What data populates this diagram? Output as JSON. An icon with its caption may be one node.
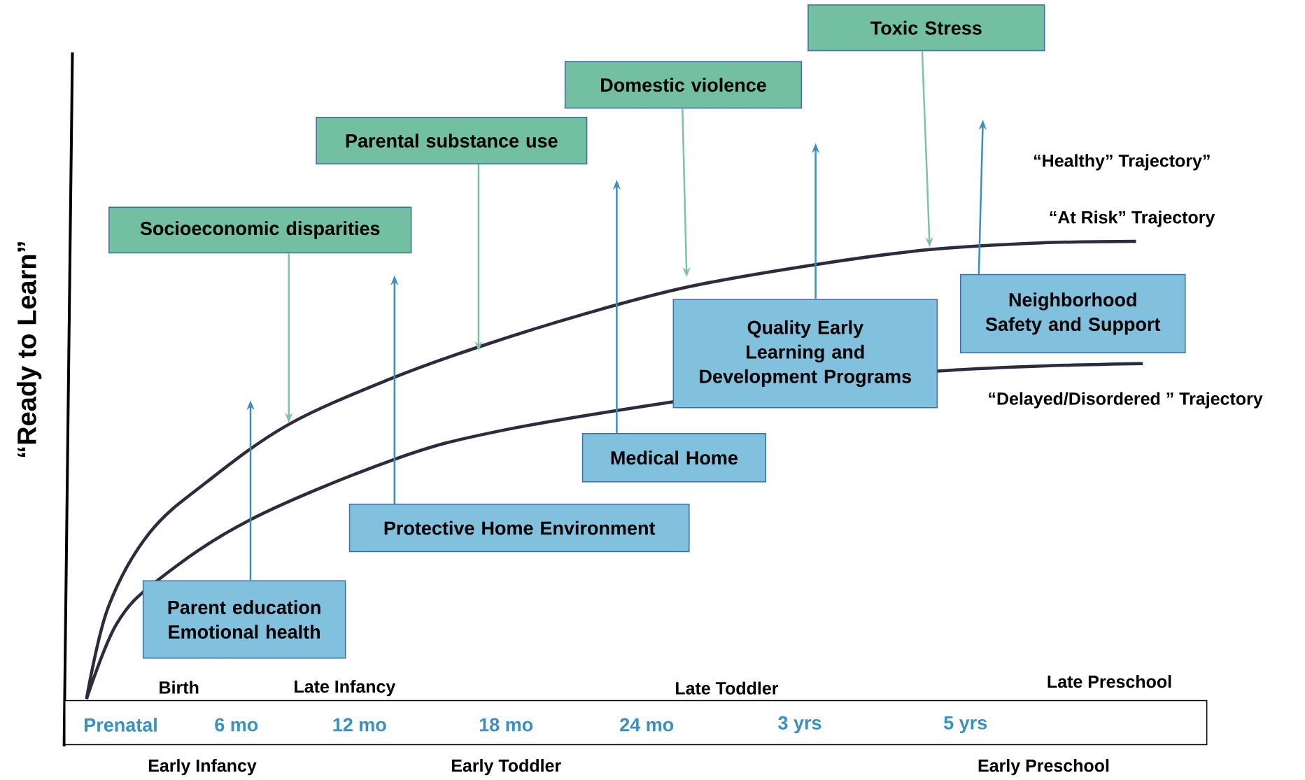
{
  "diagram": {
    "nodes": [
      {
        "text": [
          "Socioeconomic disparities"
        ]
      },
      {
        "text": [
          "Parental substance use"
        ]
      },
      {
        "text": [
          "Domestic violence"
        ]
      },
      {
        "text": [
          "Toxic Stress"
        ]
      },
      {
        "text": [
          "Parent education",
          "Emotional health"
        ]
      },
      {
        "text": [
          "Protective Home Environment"
        ]
      },
      {
        "text": [
          "Medical Home"
        ]
      },
      {
        "text": [
          "Quality Early Learning and Development Programs"
        ]
      },
      {
        "text": [
          "Neighborhood Safety and Support"
        ]
      },
      {
        "text": [
          "Prenatal",
          "6 mo",
          "12 mo",
          "18 mo",
          "24 mo",
          "3 yrs",
          "5 yrs"
        ]
      }
    ],
    "edges": [
      {
        "from": 0,
        "to": null,
        "arrow": "to",
        "color": "#7dc4a6"
      },
      {
        "from": 1,
        "to": null,
        "arrow": "to",
        "color": "#7dc4a6"
      },
      {
        "from": 2,
        "to": null,
        "arrow": "to",
        "color": "#7dc4a6"
      },
      {
        "from": 3,
        "to": null,
        "arrow": "to",
        "color": "#7dc4a6"
      },
      {
        "from": 4,
        "to": null,
        "arrow": "to"
      },
      {
        "from": 5,
        "to": null,
        "arrow": "to"
      },
      {
        "from": 6,
        "to": null,
        "arrow": "to"
      },
      {
        "from": 7,
        "to": null,
        "arrow": "to"
      },
      {
        "from": 8,
        "to": null,
        "arrow": "to"
      }
    ],
    "labels": [
      "“Healthy” Trajectory”",
      "“At Risk” Trajectory",
      "“Ready to Learn”",
      "“Delayed/Disordered ” Trajectory",
      "Late Preschool",
      "Birth",
      "Late Infancy",
      "Late Toddler",
      "Early Infancy",
      "Early Toddler",
      "Early Preschool"
    ]
  }
}
